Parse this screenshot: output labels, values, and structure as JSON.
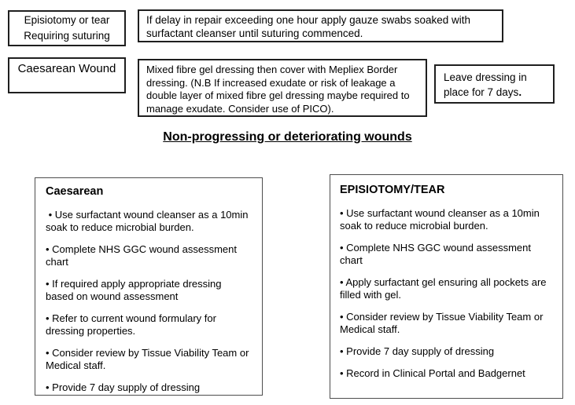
{
  "palette": {
    "background": "#ffffff",
    "text": "#000000",
    "border_dark": "#1f1f1f",
    "border_gray": "#4d4d4d"
  },
  "top_section": {
    "episiotomy_label": {
      "line1": "Episiotomy or tear",
      "line2": "Requiring suturing"
    },
    "episiotomy_instruction": "If delay in repair exceeding one hour apply gauze swabs soaked with surfactant cleanser until suturing commenced.",
    "caesarean_label": "Caesarean Wound",
    "caesarean_instruction": "Mixed fibre gel dressing then cover with Mepliex Border dressing. (N.B If increased exudate or risk of leakage a double layer of mixed fibre gel dressing maybe required to manage exudate. Consider use of PICO).",
    "leave_note": {
      "text": "Leave dressing in place for 7 days",
      "period": "."
    }
  },
  "section_heading": "Non-progressing or deteriorating wounds",
  "bullet_char": "•",
  "columns": [
    {
      "title": "Caesarean",
      "bullets": [
        " • Use surfactant wound cleanser as a 10min soak to reduce microbial burden.",
        "• Complete NHS GGC wound assessment chart",
        "• If required apply appropriate dressing based on wound assessment",
        "• Refer to current wound formulary for dressing properties.",
        "• Consider review by Tissue Viability Team or Medical staff.",
        "• Provide 7 day supply of dressing"
      ]
    },
    {
      "title": "EPISIOTOMY/TEAR",
      "bullets": [
        "• Use surfactant wound cleanser as a 10min soak to reduce microbial burden.",
        "• Complete NHS GGC wound assessment chart",
        "• Apply surfactant gel ensuring all pockets are filled with gel.",
        "• Consider review by Tissue Viability Team or Medical staff.",
        "• Provide 7 day supply of dressing",
        "• Record in Clinical Portal and Badgernet"
      ]
    }
  ]
}
